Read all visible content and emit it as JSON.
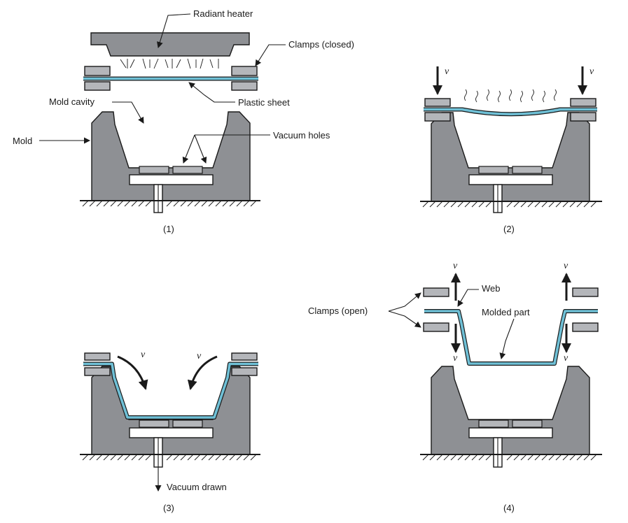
{
  "labels": {
    "radiant_heater": "Radiant heater",
    "clamps_closed": "Clamps (closed)",
    "plastic_sheet": "Plastic sheet",
    "mold_cavity": "Mold cavity",
    "mold": "Mold",
    "vacuum_holes": "Vacuum holes",
    "vacuum_drawn": "Vacuum drawn",
    "clamps_open": "Clamps (open)",
    "web": "Web",
    "molded_part": "Molded part",
    "velocity": "v"
  },
  "steps": [
    "(1)",
    "(2)",
    "(3)",
    "(4)"
  ],
  "colors": {
    "mold": "#8e9094",
    "clamp": "#b4b6ba",
    "sheet": "#6fc0d6",
    "outline": "#1a1a1a"
  }
}
